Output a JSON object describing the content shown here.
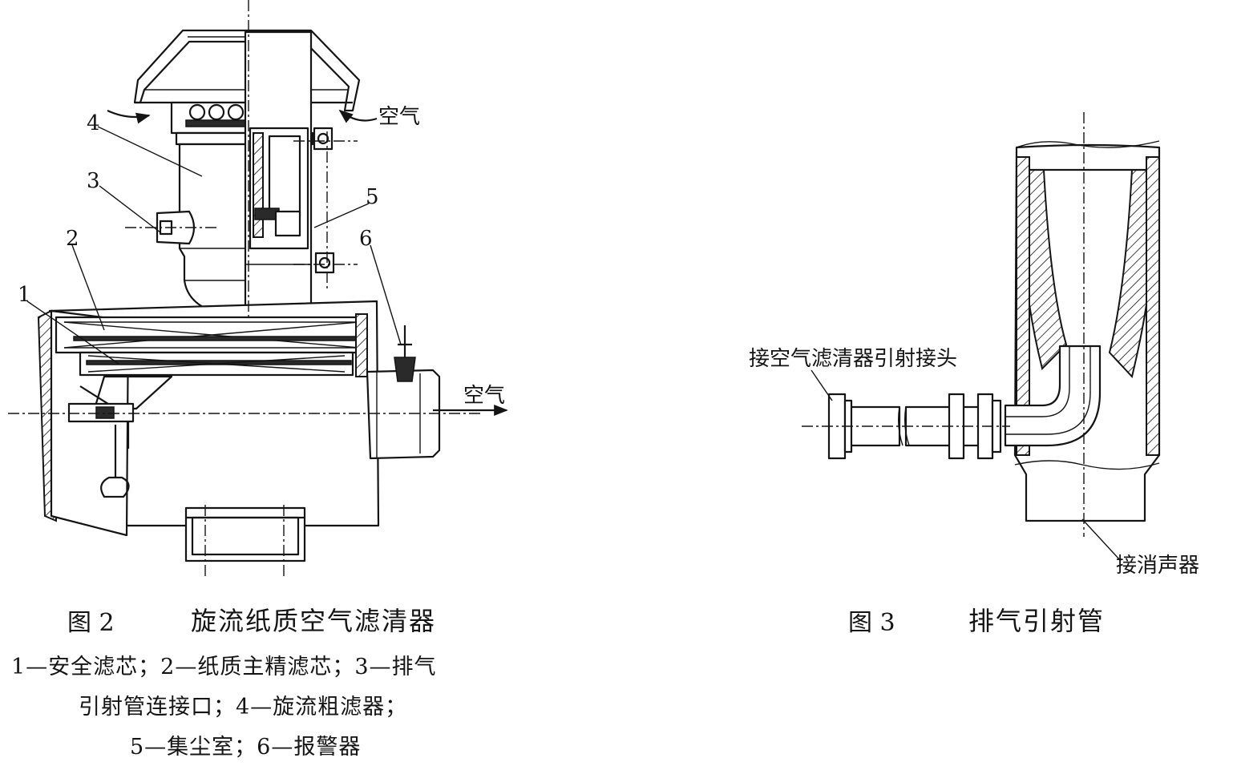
{
  "figure2": {
    "callouts": [
      "1",
      "2",
      "3",
      "4",
      "5",
      "6"
    ],
    "air_in_label": "空气",
    "air_out_label": "空气",
    "caption_number": "图 2",
    "caption_title": "旋流纸质空气滤清器",
    "legend_lines": [
      "1—安全滤芯；2—纸质主精滤芯；3—排气",
      "引射管连接口；4—旋流粗滤器；",
      "5—集尘室；6—报警器"
    ]
  },
  "figure3": {
    "inlet_label": "接空气滤清器引射接头",
    "outlet_label": "接消声器",
    "caption_number": "图 3",
    "caption_title": "排气引射管"
  }
}
